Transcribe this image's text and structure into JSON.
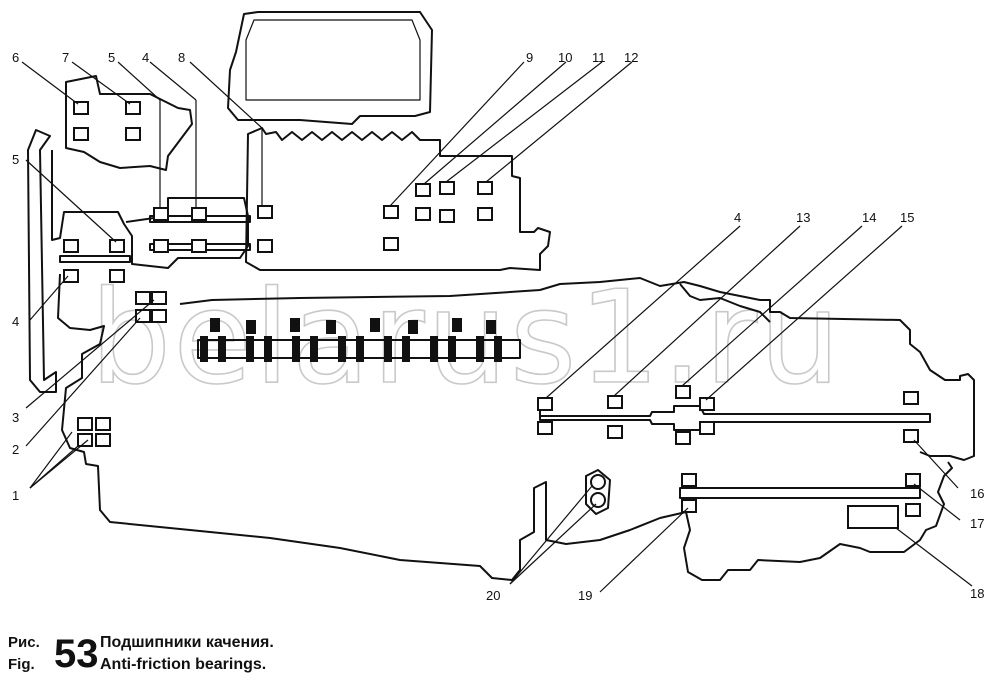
{
  "callouts": [
    "1",
    "2",
    "3",
    "4",
    "5",
    "6",
    "7",
    "5",
    "4",
    "8",
    "9",
    "10",
    "11",
    "12",
    "4",
    "13",
    "14",
    "15",
    "16",
    "17",
    "18",
    "19",
    "20"
  ],
  "watermark": "belarus1.ru",
  "caption": {
    "prefix_ru": "Рис.",
    "prefix_en": "Fig.",
    "number": "53",
    "title_ru": "Подшипники качения.",
    "title_en": "Anti-friction bearings."
  }
}
